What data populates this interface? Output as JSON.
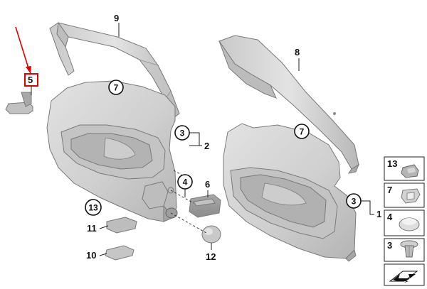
{
  "callouts": {
    "c1": "1",
    "c2": "2",
    "c3a": "3",
    "c3b": "3",
    "c4": "4",
    "c5": "5",
    "c6": "6",
    "c7a": "7",
    "c7b": "7",
    "c8": "8",
    "c9": "9",
    "c10": "10",
    "c11": "11",
    "c12": "12",
    "c13": "13"
  },
  "legend": {
    "items": [
      "13",
      "7",
      "4",
      "3"
    ]
  },
  "colors": {
    "panel_fill": "#d4d4d4",
    "panel_shade": "#b9b9b9",
    "highlight_arrow": "#e00000",
    "highlight_box": "#e00000"
  }
}
